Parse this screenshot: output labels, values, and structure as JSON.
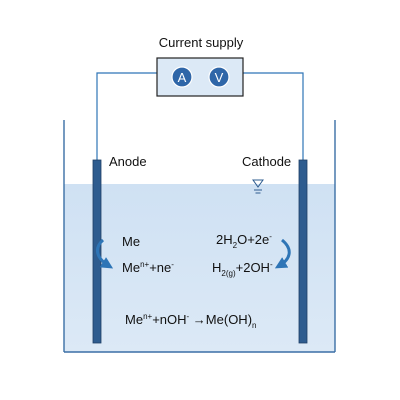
{
  "supply": {
    "title": "Current supply",
    "ammeter": "A",
    "voltmeter": "V"
  },
  "electrodes": {
    "anode": "Anode",
    "cathode": "Cathode"
  },
  "reactions": {
    "anode_reactant": "Me",
    "anode_product": {
      "base": "Me",
      "charge": "n+",
      "tail": "+ne",
      "tail_sup": "-"
    },
    "cathode_reactant": {
      "part1": "2H",
      "sub1": "2",
      "part2": "O+2e",
      "sup": "-"
    },
    "cathode_product": {
      "part1": "H",
      "sub1": "2(g)",
      "part2": "+2OH",
      "sup": "-"
    },
    "overall": {
      "p1": "Me",
      "sup1": "n+",
      "p2": "+nOH",
      "sup2": "-",
      "p3": " →Me(OH)",
      "sub": "n"
    }
  },
  "colors": {
    "electrolyte_top": "#cfe1f3",
    "electrolyte_bottom": "#dce9f6",
    "electrode": "#2e5c8f",
    "wire": "#2e75b6",
    "meter_fill": "#2f66a8",
    "supply_fill": "#dce9f6",
    "tank_wall": "#3b6fa5"
  },
  "icons": {
    "water_level": "water-level-icon",
    "arrow": "curved-arrow-icon"
  }
}
